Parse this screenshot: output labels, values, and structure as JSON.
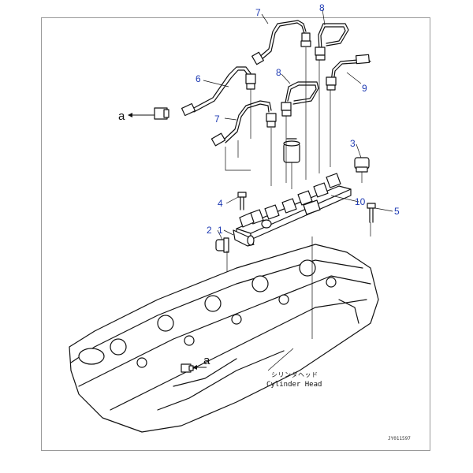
{
  "labels": {
    "c1": "1",
    "c2": "2",
    "c3": "3",
    "c4": "4",
    "c5": "5",
    "c6": "6",
    "c7a": "7",
    "c7b": "7",
    "c8a": "8",
    "c8b": "8",
    "c9": "9",
    "c10": "10",
    "ref_a_top": "a",
    "ref_a_bottom": "a"
  },
  "cylinder_head": {
    "jp": "シリンダヘッド",
    "en": "Cylinder Head"
  },
  "drawing_code": "JY011597"
}
